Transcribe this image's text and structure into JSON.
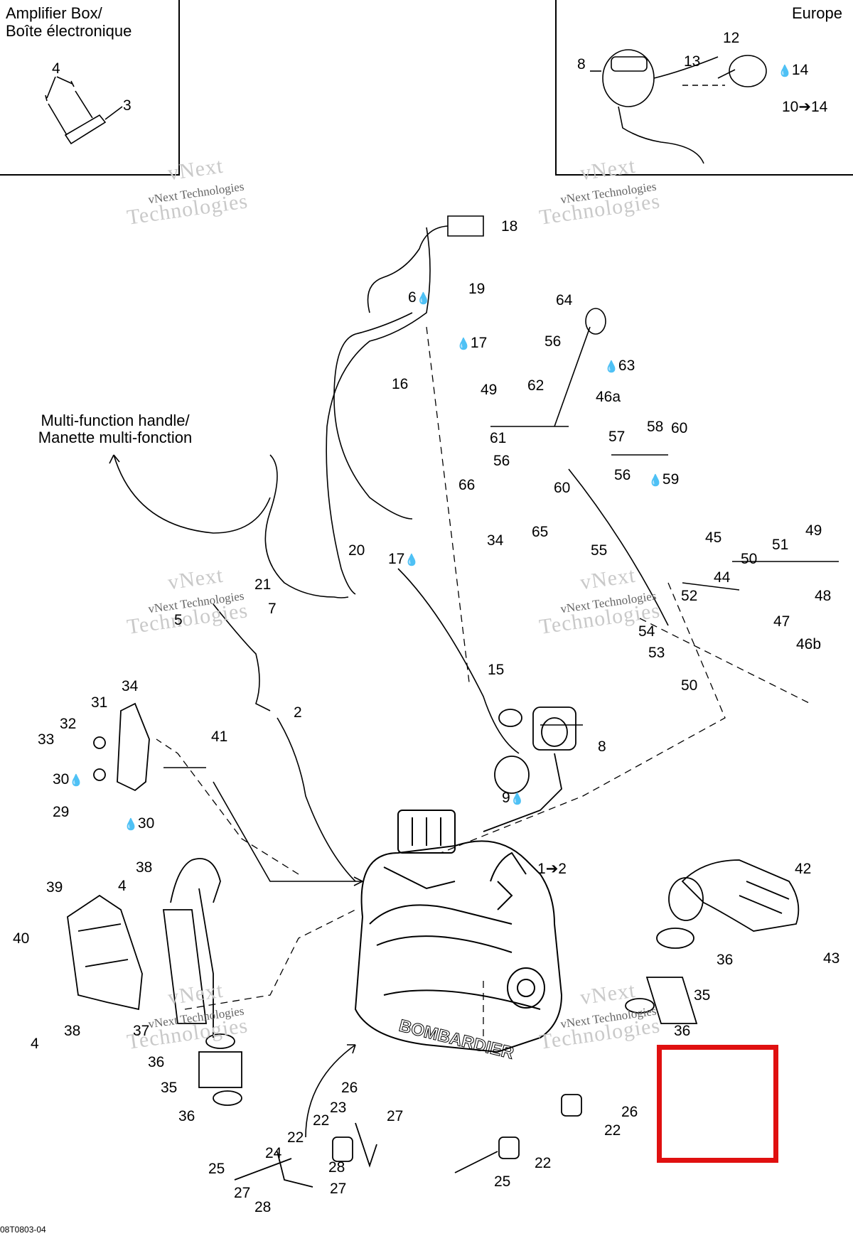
{
  "insets": {
    "amplifier": {
      "title_line1": "Amplifier Box/",
      "title_line2": "Boîte électronique"
    },
    "europe": {
      "title": "Europe"
    }
  },
  "handle_label": {
    "line1": "Multi-function handle/",
    "line2": "Manette multi-fonction"
  },
  "watermark": {
    "line1": "vNext",
    "line2": "vNext Technologies",
    "line3": "Technologies"
  },
  "callouts": {
    "c4a": "4",
    "c3": "3",
    "c8a": "8",
    "c12": "12",
    "c13": "13",
    "c14": "14",
    "c10": "10",
    "c14b": "14",
    "c18": "18",
    "c19": "19",
    "c6": "6",
    "c17": "17",
    "c16": "16",
    "c64": "64",
    "c56a": "56",
    "c63": "63",
    "c49a": "49",
    "c62": "62",
    "c46a": "46a",
    "c61": "61",
    "c57": "57",
    "c58": "58",
    "c60a": "60",
    "c56b": "56",
    "c60b": "60",
    "c56c": "56",
    "c59": "59",
    "c66": "66",
    "c34a": "34",
    "c65": "65",
    "c55": "55",
    "c45": "45",
    "c49b": "49",
    "c51": "51",
    "c50a": "50",
    "c48": "48",
    "c44": "44",
    "c52": "52",
    "c47": "47",
    "c54": "54",
    "c53": "53",
    "c46b": "46b",
    "c50b": "50",
    "c20": "20",
    "c17b": "17",
    "c21": "21",
    "c5": "5",
    "c7": "7",
    "c15": "15",
    "c34b": "34",
    "c31": "31",
    "c32": "32",
    "c33": "33",
    "c2": "2",
    "c41": "41",
    "c8b": "8",
    "c30a": "30",
    "c29": "29",
    "c30b": "30",
    "c9": "9",
    "c1": "1",
    "c2b": "2",
    "c42": "42",
    "c38a": "38",
    "c39": "39",
    "c4b": "4",
    "c40": "40",
    "c36a": "36",
    "c43": "43",
    "c35a": "35",
    "c36b": "36",
    "c4c": "4",
    "c38b": "38",
    "c37": "37",
    "c36c": "36",
    "c35b": "35",
    "c36d": "36",
    "c26a": "26",
    "c23": "23",
    "c27a": "27",
    "c22a": "22",
    "c22b": "22",
    "c28a": "28",
    "c24": "24",
    "c25a": "25",
    "c27b": "27",
    "c27c": "27",
    "c28b": "28",
    "c26b": "26",
    "c22c": "22",
    "c22d": "22",
    "c25b": "25"
  },
  "reference_code": "08T0803-04",
  "brand_text": "BOMBARDIER",
  "colors": {
    "line": "#000000",
    "watermark": "#c9c9c9",
    "highlight": "#e01010"
  }
}
